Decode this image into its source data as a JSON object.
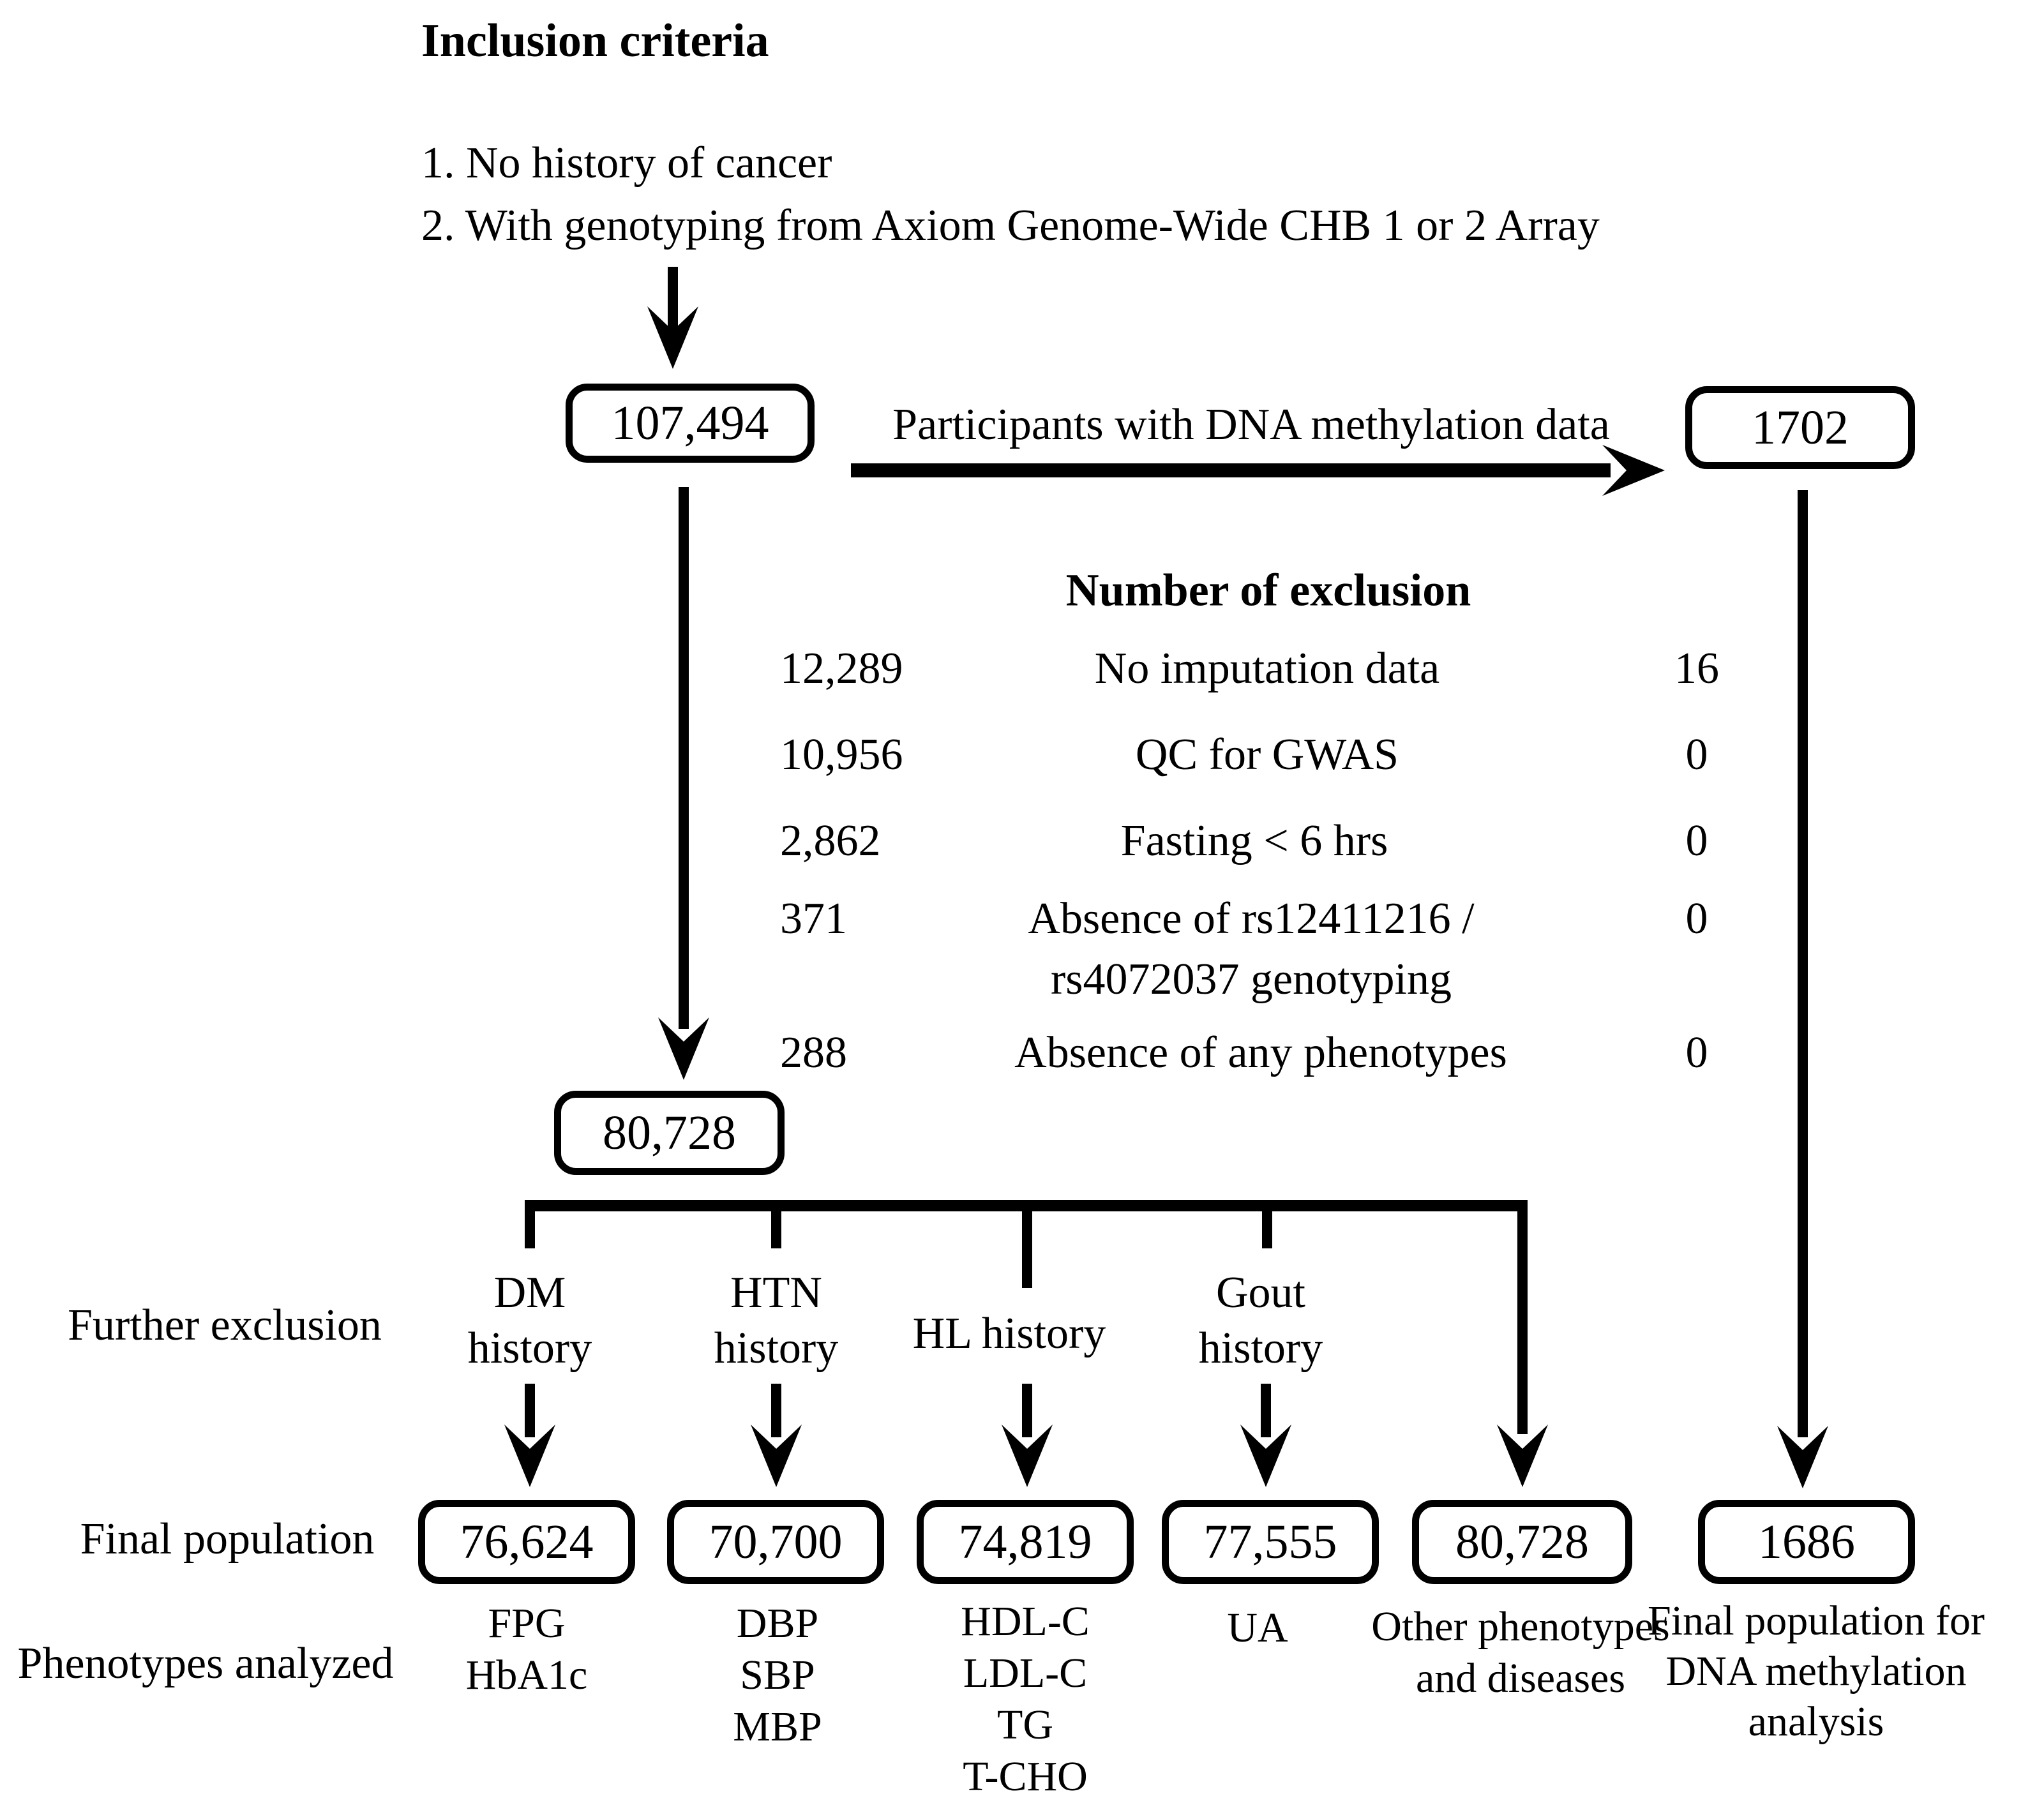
{
  "style": {
    "ink": "#000000",
    "background": "#ffffff"
  },
  "inclusion": {
    "title": "Inclusion criteria",
    "item1": "1. No history of cancer",
    "item2": "2. With genotyping from Axiom Genome-Wide CHB 1 or 2 Array"
  },
  "boxes": {
    "initial": "107,494",
    "methylation_initial": "1702",
    "after_exclusion": "80,728",
    "final_dm": "76,624",
    "final_htn": "70,700",
    "final_hl": "74,819",
    "final_gout": "77,555",
    "final_other": "80,728",
    "final_methylation": "1686"
  },
  "labels": {
    "methylation_arrow": "Participants with DNA methylation data",
    "further_exclusion": "Further exclusion",
    "final_population": "Final population",
    "phenotypes_analyzed": "Phenotypes analyzed"
  },
  "exclusion_table": {
    "title": "Number of exclusion",
    "rows": [
      {
        "main_count": "12,289",
        "reason": "No imputation data",
        "methylation_count": "16"
      },
      {
        "main_count": "10,956",
        "reason": "QC for GWAS",
        "methylation_count": "0"
      },
      {
        "main_count": "2,862",
        "reason": "Fasting < 6 hrs",
        "methylation_count": "0"
      },
      {
        "main_count": "371",
        "reason": "Absence of rs12411216 /",
        "reason_line2": "rs4072037 genotyping",
        "methylation_count": "0"
      },
      {
        "main_count": "288",
        "reason": "Absence of any phenotypes",
        "methylation_count": "0"
      }
    ]
  },
  "branch_labels": {
    "dm": [
      "DM",
      "history"
    ],
    "htn": [
      "HTN",
      "history"
    ],
    "hl": "HL history",
    "gout": [
      "Gout",
      "history"
    ]
  },
  "phenotypes": {
    "dm": [
      "FPG",
      "HbA1c"
    ],
    "htn": [
      "DBP",
      "SBP",
      "MBP"
    ],
    "hl": [
      "HDL-C",
      "LDL-C",
      "TG",
      "T-CHO"
    ],
    "gout": [
      "UA"
    ],
    "other": [
      "Other phenotypes",
      "and diseases"
    ],
    "methylation": [
      "Final population for",
      "DNA methylation",
      "analysis"
    ]
  }
}
